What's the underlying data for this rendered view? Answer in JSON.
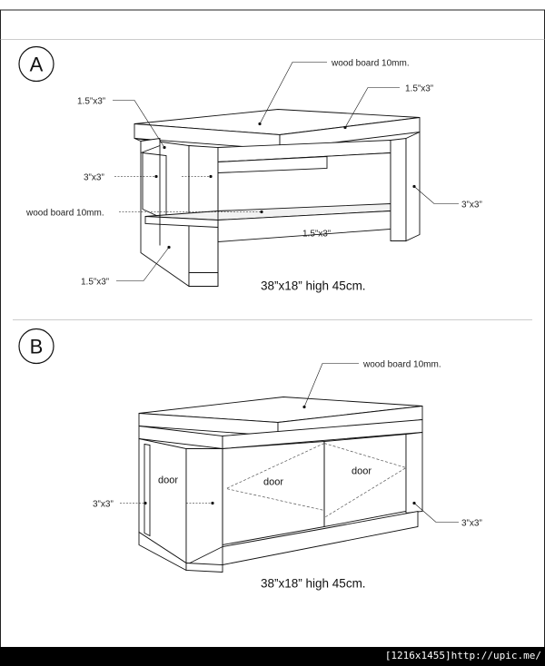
{
  "panel_a": {
    "badge": "A",
    "dimensions": "38”x18” high 45cm.",
    "labels": {
      "top_board": "wood board 10mm.",
      "top_rail_left": "1.5”x3”",
      "top_rail_right": "1.5”x3”",
      "front_leg_left": "3”x3”",
      "back_leg_right": "3”x3”",
      "shelf_board": "wood board 10mm.",
      "shelf_rail": "1.5”x3”",
      "bottom_rail_left": "1.5”x3”"
    }
  },
  "panel_b": {
    "badge": "B",
    "dimensions": "38”x18” high 45cm.",
    "labels": {
      "top_board": "wood board 10mm.",
      "leg_left": "3”x3”",
      "leg_right": "3”x3”",
      "door_side": "door",
      "door_center": "door",
      "door_right": "door"
    }
  },
  "footer": {
    "text": "[1216x1455]http://upic.me/"
  }
}
